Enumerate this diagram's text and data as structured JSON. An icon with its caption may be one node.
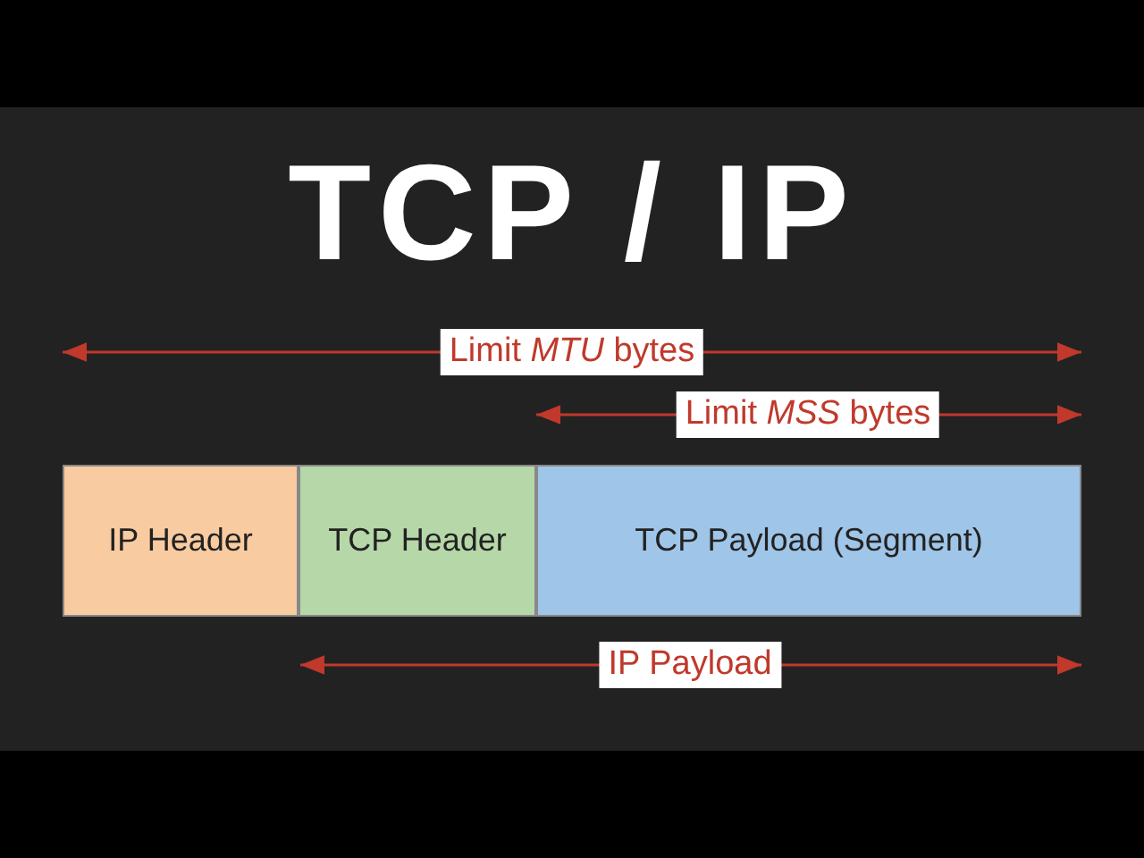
{
  "diagram": {
    "title": "TCP / IP",
    "nodes": [
      {
        "text": [
          "IP Header"
        ]
      },
      {
        "text": [
          "TCP Header"
        ]
      },
      {
        "text": [
          "TCP Payload (Segment)"
        ]
      }
    ],
    "labels": [
      "Limit *MTU* bytes",
      "Limit *MSS* bytes",
      "IP Payload"
    ]
  }
}
